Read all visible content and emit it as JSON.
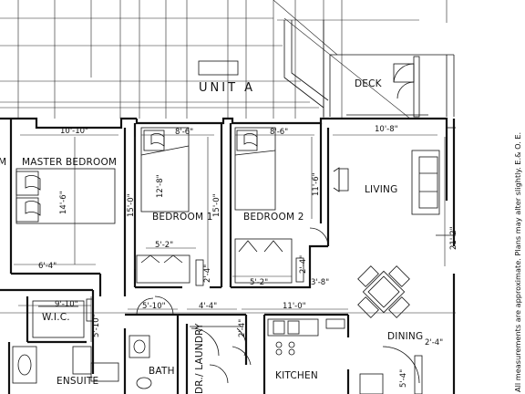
{
  "plan": {
    "unit_label": "UNIT A",
    "disclaimer": "All measurements are approximate. Plans may alter slightly. E.& O. E.",
    "rooms": {
      "deck": "DECK",
      "master_bedroom": "MASTER BEDROOM",
      "bedroom_1": "BEDROOM 1",
      "bedroom_2": "BEDROOM 2",
      "living": "LIVING",
      "wic": "W.I.C.",
      "dining": "DINING",
      "ensuite": "ENSUITE",
      "bath": "BATH",
      "laundry": "DR./ LAUNDRY",
      "kitchen": "KITCHEN",
      "partial_left": "M"
    },
    "dimensions": {
      "master_width": "10'-10\"",
      "master_depth": "14'-6\"",
      "bed1_width": "8'-6\"",
      "bed1_bed": "12'-8\"",
      "bed1_depth": "15'-0\"",
      "bed2_width": "8'-6\"",
      "bed2_depth": "15'-0\"",
      "bed2_closet_right": "11'-6\"",
      "deck_width": "10'-8\"",
      "living_depth": "21'-2\"",
      "bed1_closet": "5'-2\"",
      "bed1_closet_depth": "2'-4\"",
      "bed2_closet": "5'-2\"",
      "bed2_closet_depth": "2'-4\"",
      "bed2_closet_small": "3'-8\"",
      "master_closet": "6'-4\"",
      "wic_width": "9'-10\"",
      "wic_depth": "5'-10\"",
      "hall_width": "5'-10\"",
      "laundry_width": "4'-4\"",
      "kitchen_width": "11'-0\"",
      "kitchen_small": "2'-4\"",
      "dining_small": "2'-4\"",
      "dining_depth": "5'-4\""
    }
  }
}
